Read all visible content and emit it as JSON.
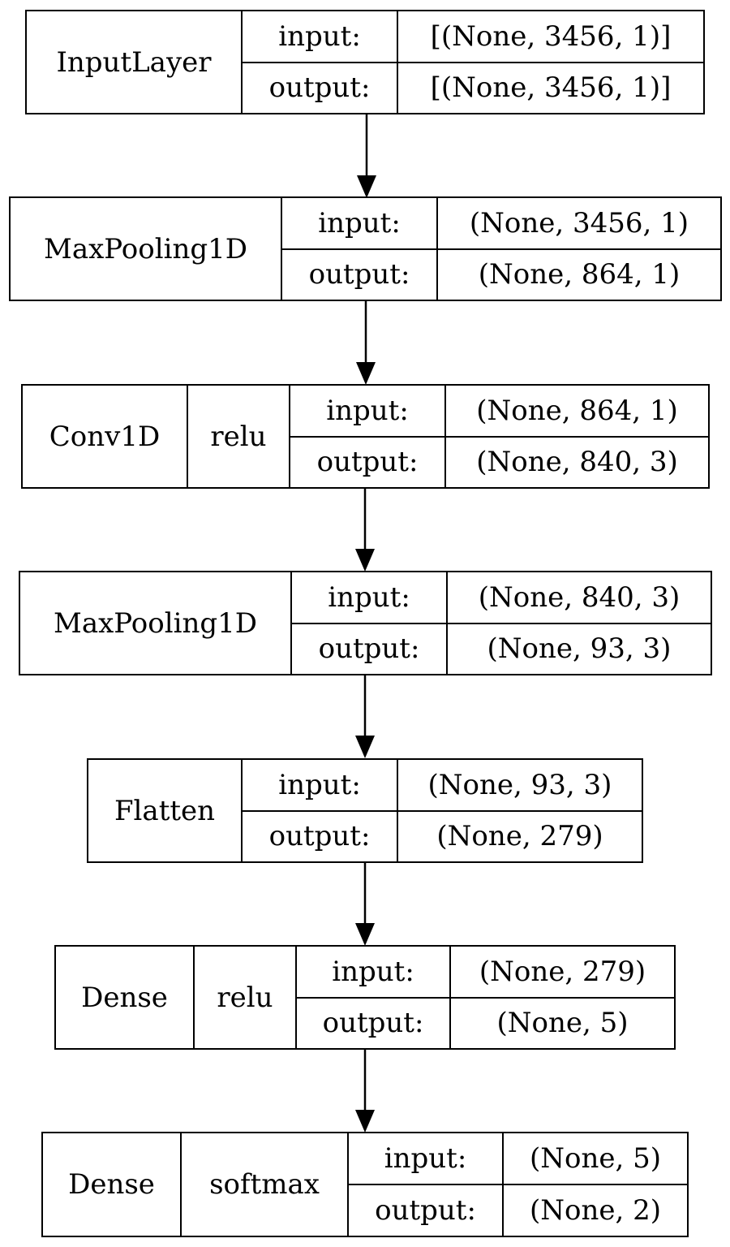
{
  "layers": [
    {
      "name": "InputLayer",
      "activation": null,
      "input": "[(None, 3456, 1)]",
      "output": "[(None, 3456, 1)]"
    },
    {
      "name": "MaxPooling1D",
      "activation": null,
      "input": "(None, 3456, 1)",
      "output": "(None, 864, 1)"
    },
    {
      "name": "Conv1D",
      "activation": "relu",
      "input": "(None, 864, 1)",
      "output": "(None, 840, 3)"
    },
    {
      "name": "MaxPooling1D",
      "activation": null,
      "input": "(None, 840, 3)",
      "output": "(None, 93, 3)"
    },
    {
      "name": "Flatten",
      "activation": null,
      "input": "(None, 93, 3)",
      "output": "(None, 279)"
    },
    {
      "name": "Dense",
      "activation": "relu",
      "input": "(None, 279)",
      "output": "(None, 5)"
    },
    {
      "name": "Dense",
      "activation": "softmax",
      "input": "(None, 5)",
      "output": "(None, 2)"
    }
  ],
  "labels": {
    "input": "input:",
    "output": "output:"
  }
}
